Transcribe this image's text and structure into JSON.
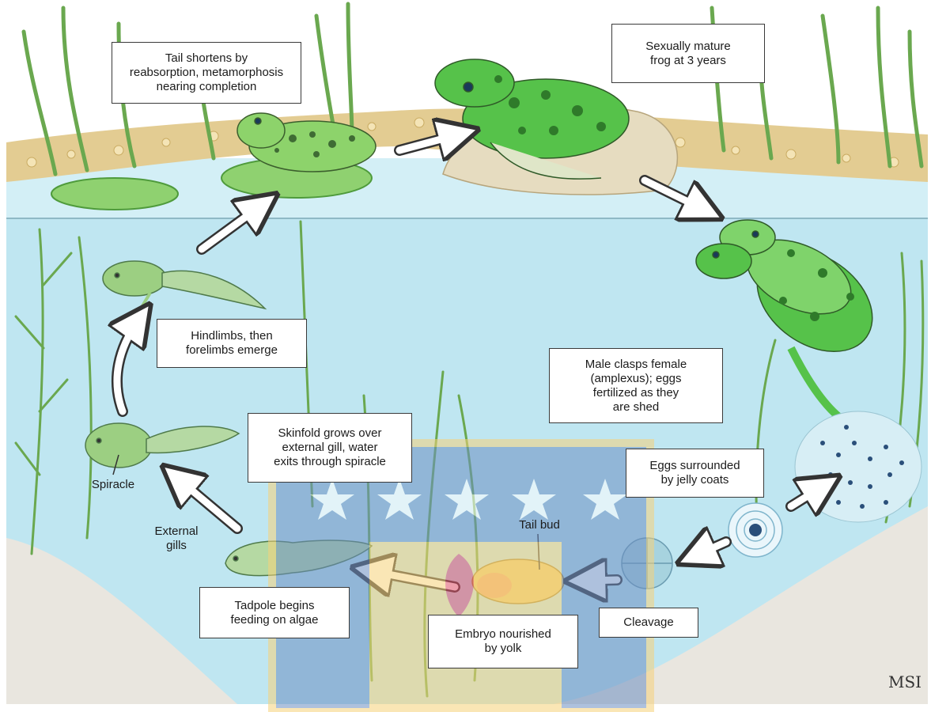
{
  "colors": {
    "water": "#bfe6f1",
    "water_surface": "#d3eff6",
    "mud": "#e9e6df",
    "pebbles": "#e3cc92",
    "frog_green": "#56c24a",
    "plant_green": "#6aa84f",
    "watermark_blue": "#6d8fc3",
    "watermark_yellow": "#f6d27a"
  },
  "labels": {
    "tail_shortens": "Tail shortens by\nreabsorption, metamorphosis\nnearing completion",
    "sexually_mature": "Sexually mature\nfrog at 3 years",
    "hindlimbs": "Hindlimbs, then\nforelimbs emerge",
    "male_clasps": "Male clasps female\n(amplexus); eggs\nfertilized as they\nare shed",
    "skinfold": "Skinfold grows over\nexternal gill, water\nexits through spiracle",
    "eggs_surrounded": "Eggs surrounded\nby jelly coats",
    "spiracle": "Spiracle",
    "external_gills": "External\ngills",
    "tail_bud": "Tail bud",
    "tadpole_feeding": "Tadpole begins\nfeeding on algae",
    "embryo_nourished": "Embryo nourished\nby yolk",
    "cleavage": "Cleavage",
    "signature": "MSI"
  }
}
